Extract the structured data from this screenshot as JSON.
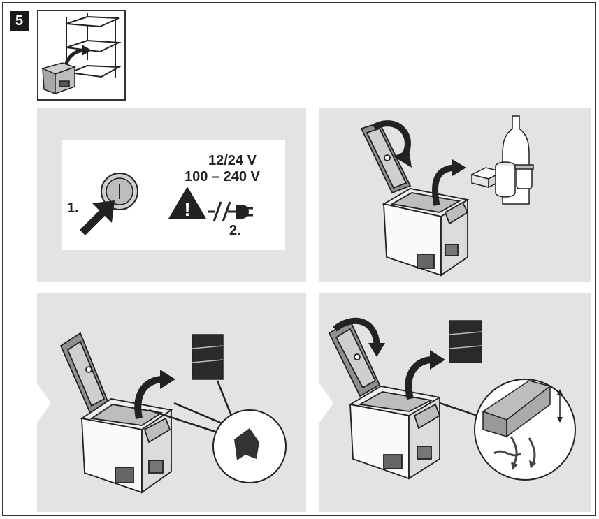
{
  "step_number": "5",
  "panel1": {
    "step1_label": "1.",
    "step2_label": "2.",
    "voltage_dc": "12/24 V",
    "voltage_ac": "100 – 240 V",
    "warning_symbol": "!"
  },
  "icons": {
    "warning": "warning-triangle-icon",
    "power_button": "power-button-icon",
    "dc_plug": "dc-plug-icon",
    "ac_plug": "ac-plug-icon"
  },
  "colors": {
    "panel_bg": "#e3e3e3",
    "line": "#222222",
    "badge_bg": "#1a1a1a"
  }
}
